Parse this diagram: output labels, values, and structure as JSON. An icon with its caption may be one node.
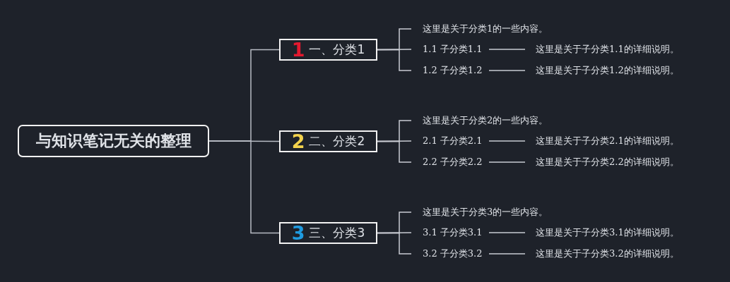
{
  "diagram": {
    "nodes": [
      {
        "text": [
          "与知识笔记无关的整理"
        ]
      },
      {
        "text": [
          "1",
          "一、分类1"
        ]
      },
      {
        "text": [
          "这里是关于分类1的一些内容。"
        ]
      },
      {
        "text": [
          "1.1 子分类1.1"
        ]
      },
      {
        "text": [
          "这里是关于子分类1.1的详细说明。"
        ]
      },
      {
        "text": [
          "1.2 子分类1.2"
        ]
      },
      {
        "text": [
          "这里是关于子分类1.2的详细说明。"
        ]
      },
      {
        "text": [
          "2",
          "二、分类2"
        ]
      },
      {
        "text": [
          "这里是关于分类2的一些内容。"
        ]
      },
      {
        "text": [
          "2.1 子分类2.1"
        ]
      },
      {
        "text": [
          "这里是关于子分类2.1的详细说明。"
        ]
      },
      {
        "text": [
          "2.2 子分类2.2"
        ]
      },
      {
        "text": [
          "这里是关于子分类2.2的详细说明。"
        ]
      },
      {
        "text": [
          "3",
          "三、分类3"
        ]
      },
      {
        "text": [
          "这里是关于分类3的一些内容。"
        ]
      },
      {
        "text": [
          "3.1 子分类3.1"
        ]
      },
      {
        "text": [
          "这里是关于子分类3.1的详细说明。"
        ]
      },
      {
        "text": [
          "3.2 子分类3.2"
        ]
      },
      {
        "text": [
          "这里是关于子分类3.2的详细说明。"
        ]
      }
    ],
    "edges": [
      {
        "from": 0,
        "to": 1,
        "arrow": "none"
      },
      {
        "from": 0,
        "to": 7,
        "arrow": "none"
      },
      {
        "from": 0,
        "to": 13,
        "arrow": "none"
      },
      {
        "from": 1,
        "to": 2,
        "arrow": "none"
      },
      {
        "from": 1,
        "to": 3,
        "arrow": "none"
      },
      {
        "from": 1,
        "to": 5,
        "arrow": "none"
      },
      {
        "from": 3,
        "to": 4,
        "arrow": "none"
      },
      {
        "from": 5,
        "to": 6,
        "arrow": "none"
      },
      {
        "from": 7,
        "to": 8,
        "arrow": "none"
      },
      {
        "from": 7,
        "to": 9,
        "arrow": "none"
      },
      {
        "from": 7,
        "to": 11,
        "arrow": "none"
      },
      {
        "from": 9,
        "to": 10,
        "arrow": "none"
      },
      {
        "from": 11,
        "to": 12,
        "arrow": "none"
      },
      {
        "from": 13,
        "to": 14,
        "arrow": "none"
      },
      {
        "from": 13,
        "to": 15,
        "arrow": "none"
      },
      {
        "from": 13,
        "to": 17,
        "arrow": "none"
      },
      {
        "from": 15,
        "to": 16,
        "arrow": "none"
      },
      {
        "from": 17,
        "to": 18,
        "arrow": "none"
      }
    ]
  }
}
